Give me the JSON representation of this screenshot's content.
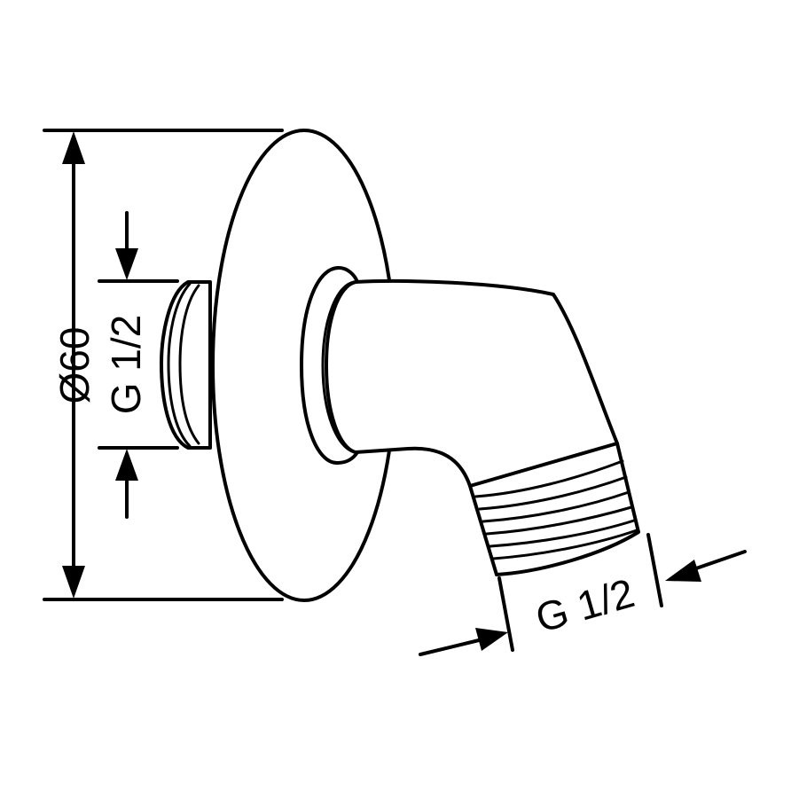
{
  "dimensions": {
    "overall_diameter": "Ø60",
    "inlet_thread": "G 1/2",
    "outlet_thread": "G 1/2"
  }
}
